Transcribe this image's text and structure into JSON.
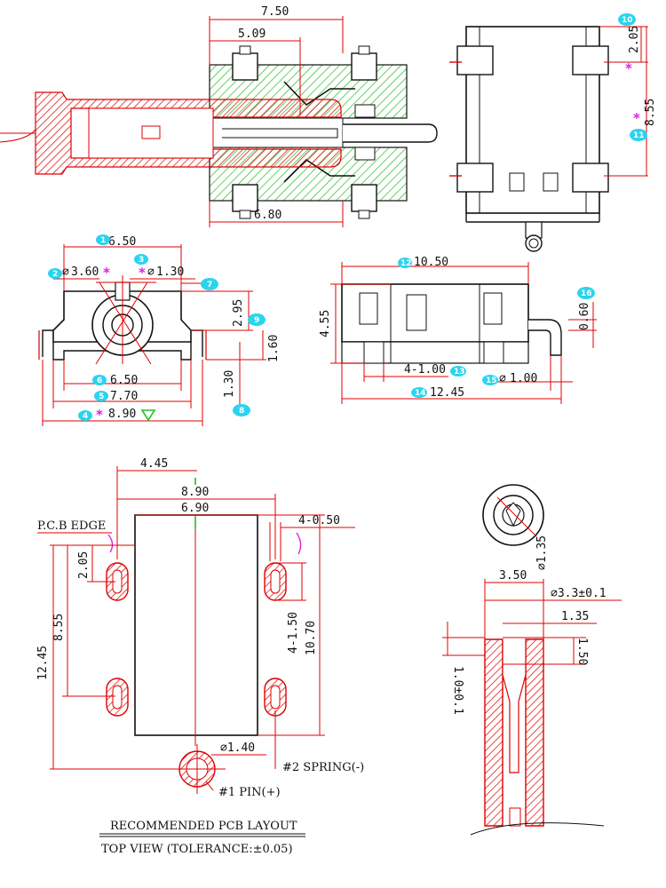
{
  "colors": {
    "outline": "#111111",
    "dimension": "#e00000",
    "body_red": "#e00000",
    "hatch_green": "#22bb22",
    "callout_cyan": "#2ad4f0",
    "mark_magenta": "#e020e0",
    "triangle_green": "#20c020"
  },
  "side_view": {
    "d_top": "7.50",
    "d_inner": "5.09",
    "d_bottom": "6.80"
  },
  "top_right_view": {
    "d_2_05": "2.05",
    "d_8_55": "8.55",
    "b10": "10",
    "b11": "11",
    "star": "*"
  },
  "front_view": {
    "d_6_50_top": "6.50",
    "d_3_60": "3.60",
    "d_1_30": "1.30",
    "d_2_95": "2.95",
    "d_1_60": "1.60",
    "d_1_30_side": "1.30",
    "d_6_50_bottom": "6.50",
    "d_7_70": "7.70",
    "d_8_90": "8.90",
    "b1": "1",
    "b2": "2",
    "b3": "3",
    "b4": "4",
    "b5": "5",
    "b6": "6",
    "b7": "7",
    "b8": "8",
    "b9": "9",
    "dia": "⌀",
    "star": "*"
  },
  "side_view_2": {
    "d_10_50": "10.50",
    "d_4_55": "4.55",
    "d_4_100": "4-1.00",
    "d_1_00": "1.00",
    "d_12_45": "12.45",
    "d_0_60": "0.60",
    "b12": "12",
    "b13": "13",
    "b14": "14",
    "b15": "15",
    "b16": "16",
    "dia": "⌀"
  },
  "pcb_layout": {
    "d_4_45": "4.45",
    "d_8_90": "8.90",
    "d_6_90": "6.90",
    "d_4_050": "4-0.50",
    "pcb_edge": "P.C.B EDGE",
    "d_2_05": "2.05",
    "d_8_55": "8.55",
    "d_12_45": "12.45",
    "d_4_150": "4-1.50",
    "d_10_70": "10.70",
    "d_1_40": "⌀1.40",
    "spring": "#2 SPRING(-)",
    "pin": "#1 PIN(+)",
    "caption_1": "RECOMMENDED PCB LAYOUT",
    "caption_2": "TOP VIEW (TOLERANCE:±0.05)"
  },
  "pin_detail": {
    "d_1_35_dia": "⌀1.35",
    "d_3_50": "3.50",
    "d_3_3": "⌀3.3±0.1",
    "d_1_35": "1.35",
    "d_1_50": "1.50",
    "d_1_0": "1.0±0.1"
  }
}
